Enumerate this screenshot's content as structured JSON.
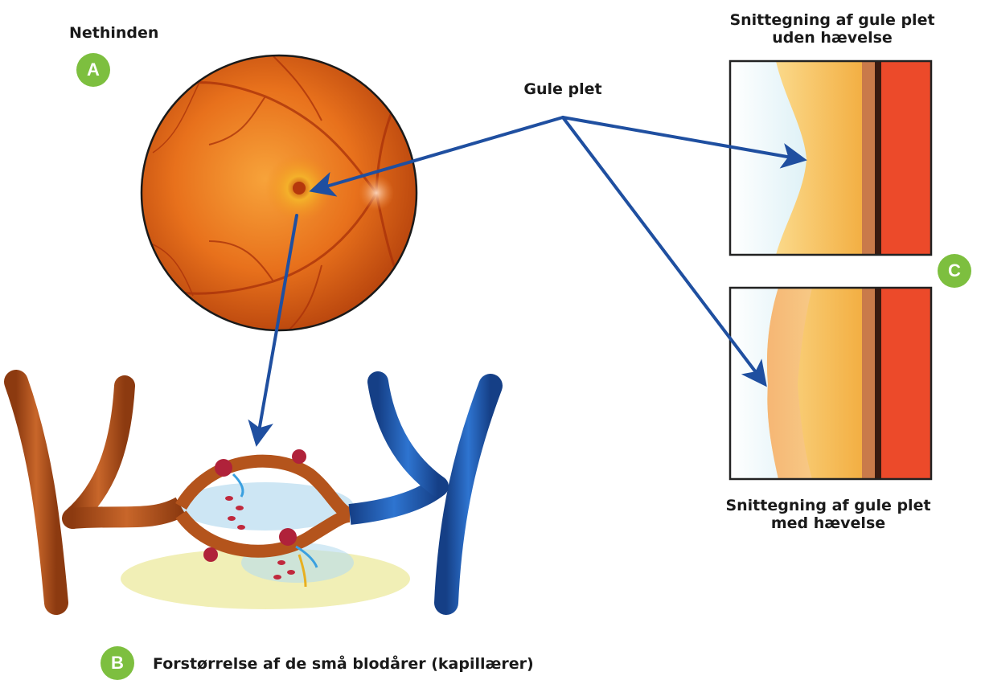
{
  "labels": {
    "retina": "Nethinden",
    "macula": "Gule plet",
    "section_normal_line1": "Snittegning af gule plet",
    "section_normal_line2": "uden hævelse",
    "section_swollen_line1": "Snittegning af gule plet",
    "section_swollen_line2": "med hævelse",
    "capillaries": "Forstørrelse af de små blodårer (kapillærer)"
  },
  "badges": {
    "a": "A",
    "b": "B",
    "c": "C"
  },
  "colors": {
    "badge": "#7dbf3f",
    "arrow": "#1f4fa0",
    "artery": "#b4541c",
    "vein": "#1e5cb3",
    "retina": "#e8711c"
  }
}
